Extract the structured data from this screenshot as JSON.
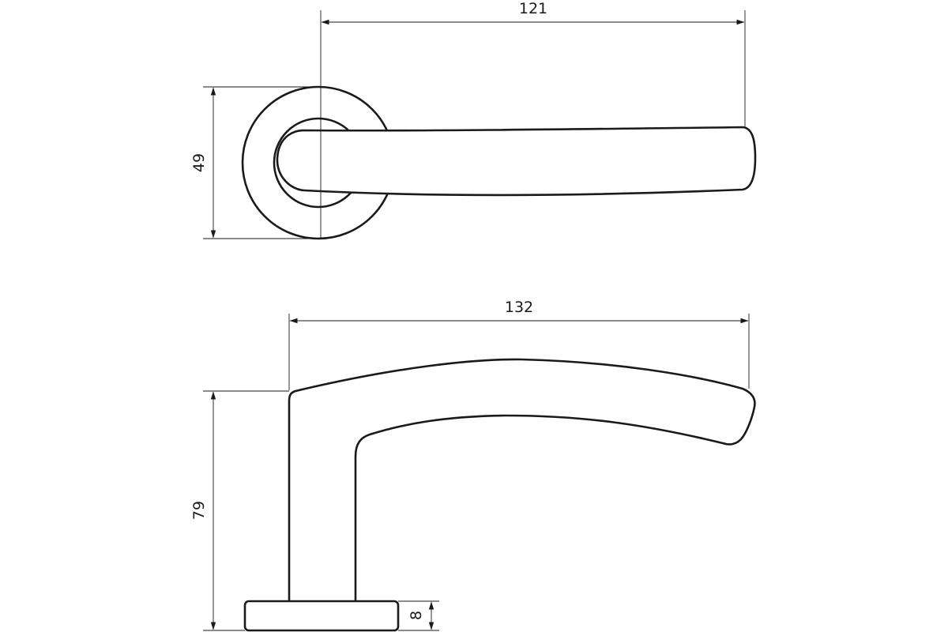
{
  "drawing": {
    "views": [
      {
        "view": "top",
        "dimensions": {
          "length": "121",
          "rose_diameter": "49"
        }
      },
      {
        "view": "side",
        "dimensions": {
          "length": "132",
          "height": "79",
          "rose_thickness": "8"
        }
      }
    ]
  },
  "colors": {
    "line": "#1a1a1a",
    "background": "#ffffff"
  }
}
